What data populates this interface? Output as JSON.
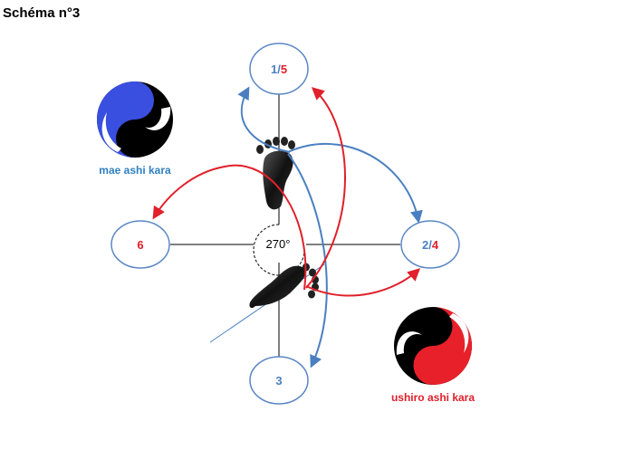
{
  "title": "Schéma n°3",
  "colors": {
    "blue": "#4a7fc1",
    "red": "#e0202a",
    "node_border": "#5b86c4",
    "mae_accent": "#3a4fe0",
    "ushiro_accent": "#e8202a"
  },
  "nodes": {
    "top": {
      "a": "1",
      "sep": "/",
      "b": "5"
    },
    "right": {
      "a": "2",
      "sep": "/",
      "b": "4"
    },
    "left": {
      "label": "6"
    },
    "bottom": {
      "label": "3"
    }
  },
  "angle_label": "270°",
  "emblems": {
    "mae": {
      "caption": "mae ashi kara"
    },
    "ushiro": {
      "caption": "ushiro ashi kara"
    }
  }
}
